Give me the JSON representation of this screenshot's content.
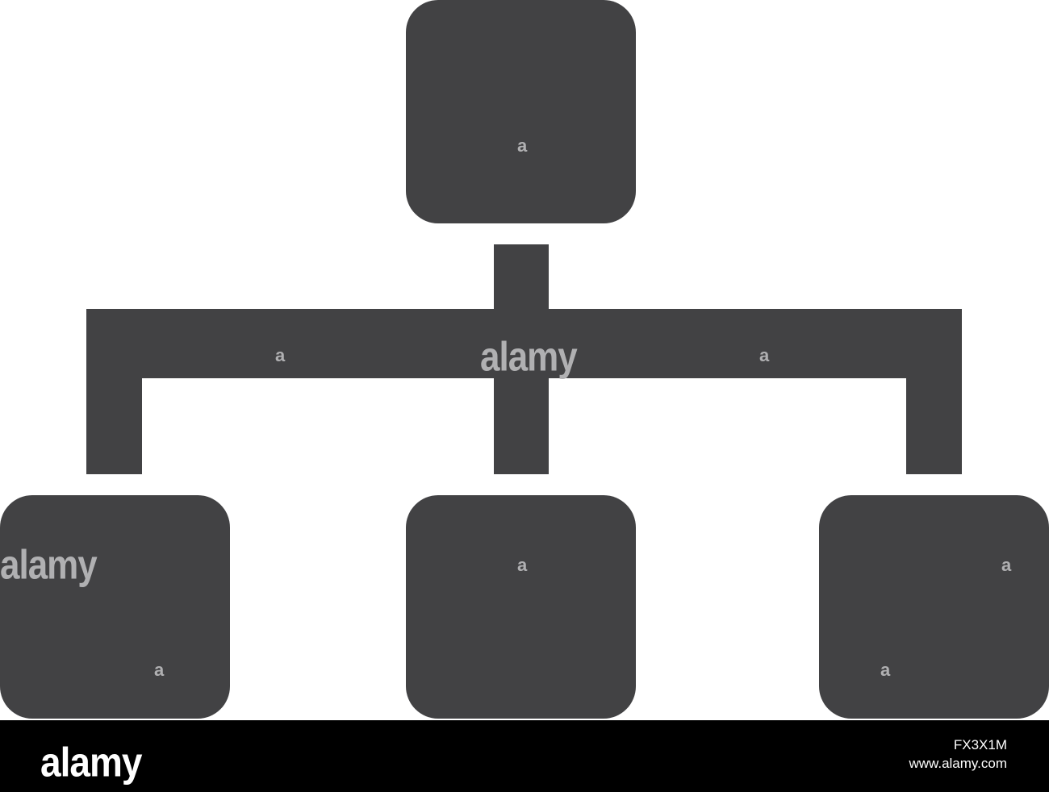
{
  "colors": {
    "background": "#ffffff",
    "icon_fill": "#424244",
    "watermark": "#b0b0b2",
    "footer_background": "#000000",
    "footer_text": "#ffffff"
  },
  "icon_name": "hierarchy-org-chart-icon",
  "watermarks": {
    "letter": "a",
    "word": "alamy"
  },
  "footer": {
    "logo": "alamy",
    "image_id": "FX3X1M",
    "site": "www.alamy.com"
  }
}
